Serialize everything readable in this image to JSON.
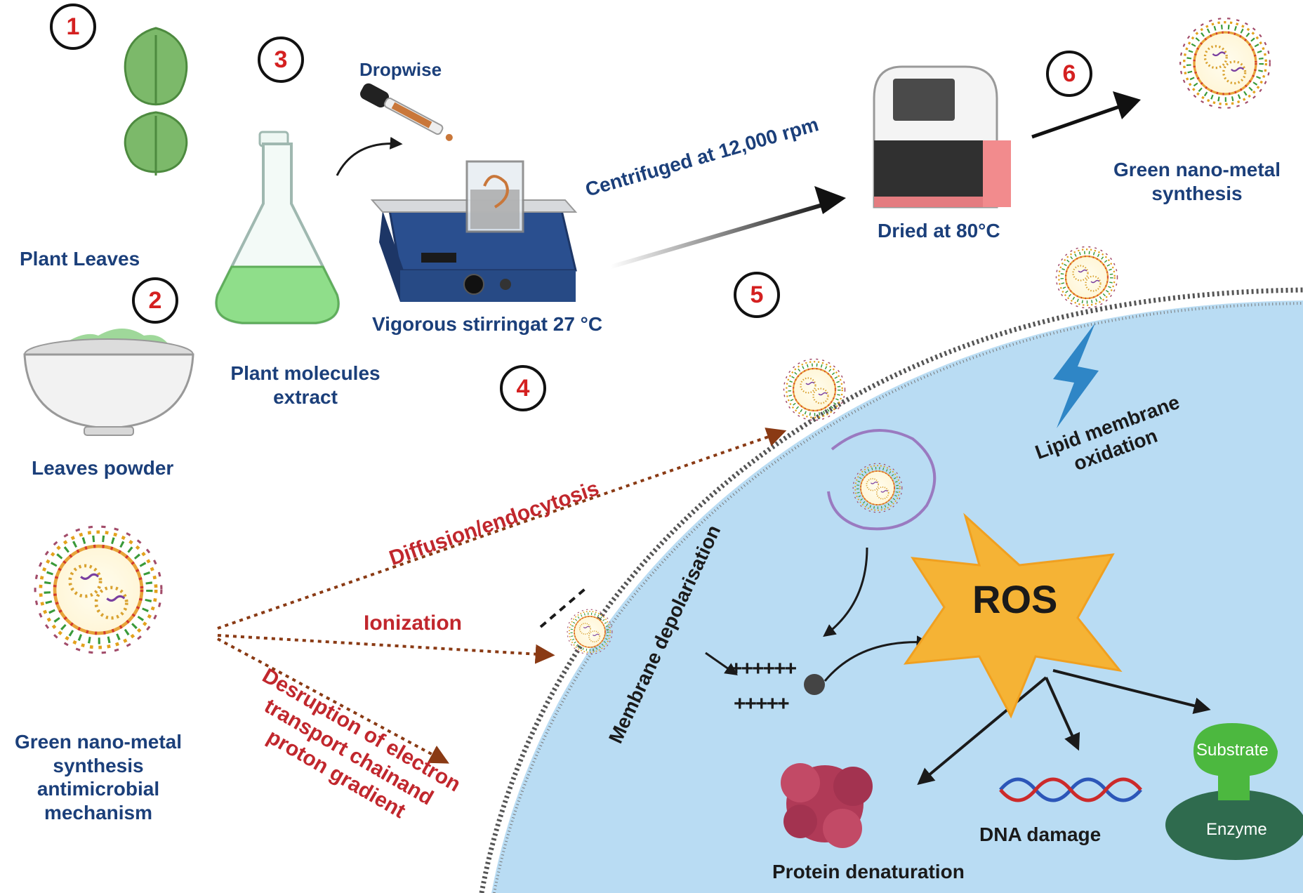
{
  "steps": [
    "1",
    "2",
    "3",
    "4",
    "5",
    "6"
  ],
  "labels": {
    "plant_leaves": "Plant Leaves",
    "leaves_powder": "Leaves powder",
    "plant_molecules_1": "Plant molecules",
    "plant_molecules_2": "extract",
    "dropwise": "Dropwise",
    "stirring": "Vigorous stirringat 27 °C",
    "centrifuged": "Centrifuged at 12,000 rpm",
    "dried": "Dried at 80°C",
    "green_synth_1": "Green nano-metal",
    "green_synth_2": "synthesis",
    "mechanism_1": "Green nano-metal",
    "mechanism_2": "synthesis",
    "mechanism_3": "antimicrobial",
    "mechanism_4": "mechanism",
    "diffusion": "Diffusion/endocytosis",
    "ionization": "Ionization",
    "desruption_1": "Desruption of electron",
    "desruption_2": "transport chainand",
    "desruption_3": "proton gradient",
    "lipid_1": "Lipid membrane",
    "lipid_2": "oxidation",
    "depolarisation": "Membrane depolarisation",
    "ros": "ROS",
    "protein": "Protein denaturation",
    "dna": "DNA damage",
    "substrate": "Substrate",
    "enzyme": "Enzyme",
    "charges_1": "++++++",
    "charges_2": "+++++"
  },
  "colors": {
    "label_blue": "#1b3f7a",
    "label_red": "#c1272d",
    "cell_fill": "#b9dcf3",
    "ros_fill": "#f5b335",
    "leaf_green": "#7cb96a",
    "liquid_green": "#8fde8a",
    "enzyme_dark": "#2f6b4e",
    "substrate_green": "#4cb83f",
    "protein_red": "#b03a57"
  }
}
